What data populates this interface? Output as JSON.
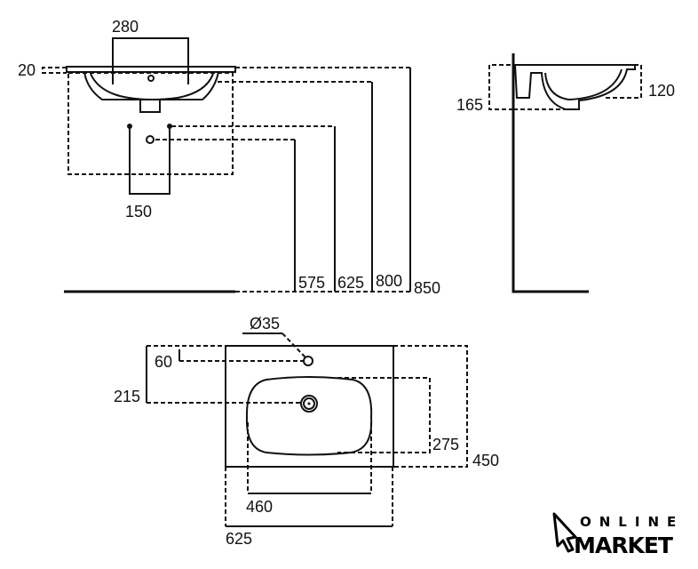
{
  "front_view": {
    "dims": {
      "tap_spacing": "280",
      "rim_thickness": "20",
      "waste_spacing": "150",
      "height_575": "575",
      "height_625": "625",
      "height_800": "800",
      "height_850": "850"
    }
  },
  "side_view": {
    "dims": {
      "total_depth": "165",
      "bowl_depth": "120"
    }
  },
  "top_view": {
    "dims": {
      "tap_hole_diameter": "Ø35",
      "tap_hole_offset": "60",
      "drain_offset": "215",
      "bowl_depth": "275",
      "overall_depth": "450",
      "bowl_width": "460",
      "overall_width": "625"
    }
  },
  "logo": {
    "line1": "ONLINE",
    "line2": "MARKET"
  }
}
